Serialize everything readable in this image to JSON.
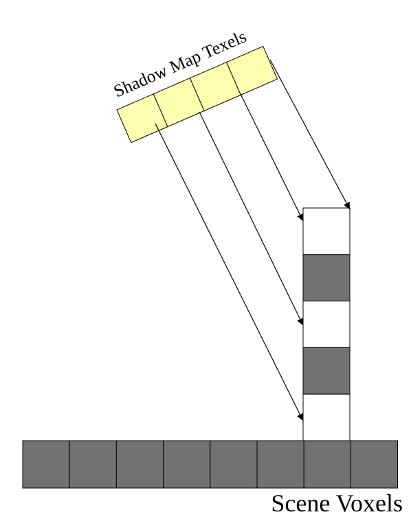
{
  "labels": {
    "shadow_map": "Shadow Map Texels",
    "scene_voxels": "Scene Voxels"
  },
  "colors": {
    "occupied_voxel": "#727272",
    "empty_voxel": "#ffffff",
    "texel_fill": "#ffffb0",
    "line": "#000000"
  },
  "ground_row": {
    "voxels": [
      "occupied",
      "occupied",
      "occupied",
      "occupied",
      "occupied",
      "occupied",
      "occupied",
      "occupied"
    ]
  },
  "column": {
    "voxels_top_to_bottom": [
      "empty",
      "occupied",
      "empty",
      "occupied",
      "empty"
    ]
  },
  "shadow_map": {
    "texel_count": 4
  }
}
